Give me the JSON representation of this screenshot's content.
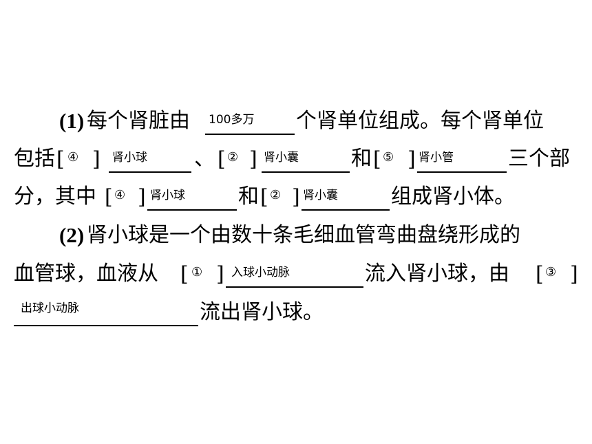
{
  "q1": {
    "num": "(1)",
    "line1_a": "每个肾脏由",
    "ans_count": "100多万",
    "line1_b": "个肾单位组成。每个肾单位",
    "line2_a": "包括",
    "m4": "④",
    "ans_glomerulus": "肾小球",
    "sep": "、",
    "m2": "②",
    "ans_capsule": "肾小囊",
    "and": "和",
    "m5": "⑤",
    "ans_tubule": "肾小管",
    "line2_b": "三个部",
    "line3_a": "分，其中",
    "line3_b": "组成肾小体。"
  },
  "q2": {
    "num": "(2)",
    "line4": "肾小球是一个由数十条毛细血管弯曲盘绕形成的",
    "line5_a": "血管球，血液从",
    "m1": "①",
    "ans_afferent": "入球小动脉",
    "line5_b": "流入肾小球，由",
    "m3": "③",
    "ans_efferent": "出球小动脉",
    "line6_b": "流出肾小球。"
  }
}
